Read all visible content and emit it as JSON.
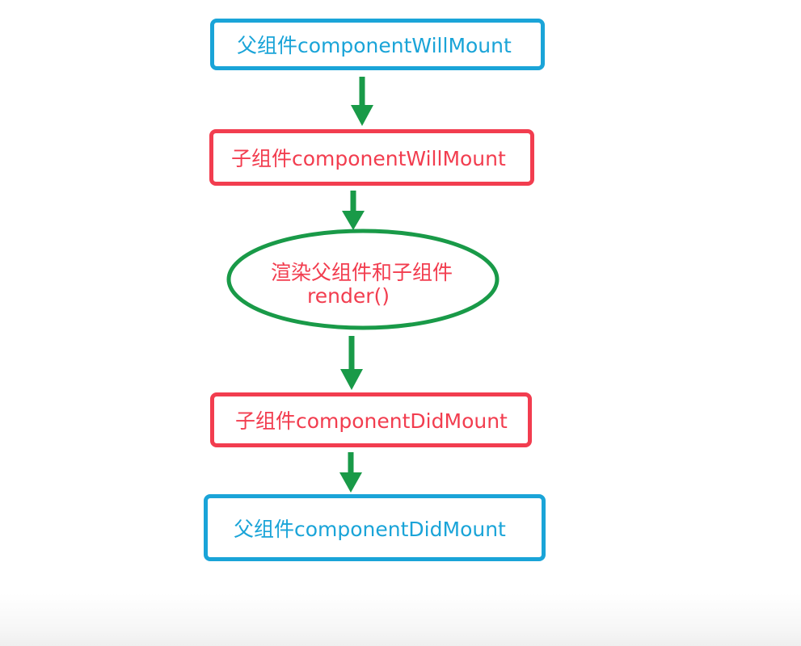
{
  "colors": {
    "blue": "#1aa4d8",
    "red": "#f23d4f",
    "green": "#199a48"
  },
  "nodes": {
    "parent_will_mount": "父组件componentWillMount",
    "child_will_mount": "子组件componentWillMount",
    "render_line1": "渲染父组件和子组件",
    "render_line2": "render()",
    "child_did_mount": "子组件componentDidMount",
    "parent_did_mount": "父组件componentDidMount"
  },
  "edges": [
    {
      "from": "parent_will_mount",
      "to": "child_will_mount"
    },
    {
      "from": "child_will_mount",
      "to": "render"
    },
    {
      "from": "render",
      "to": "child_did_mount"
    },
    {
      "from": "child_did_mount",
      "to": "parent_did_mount"
    }
  ]
}
